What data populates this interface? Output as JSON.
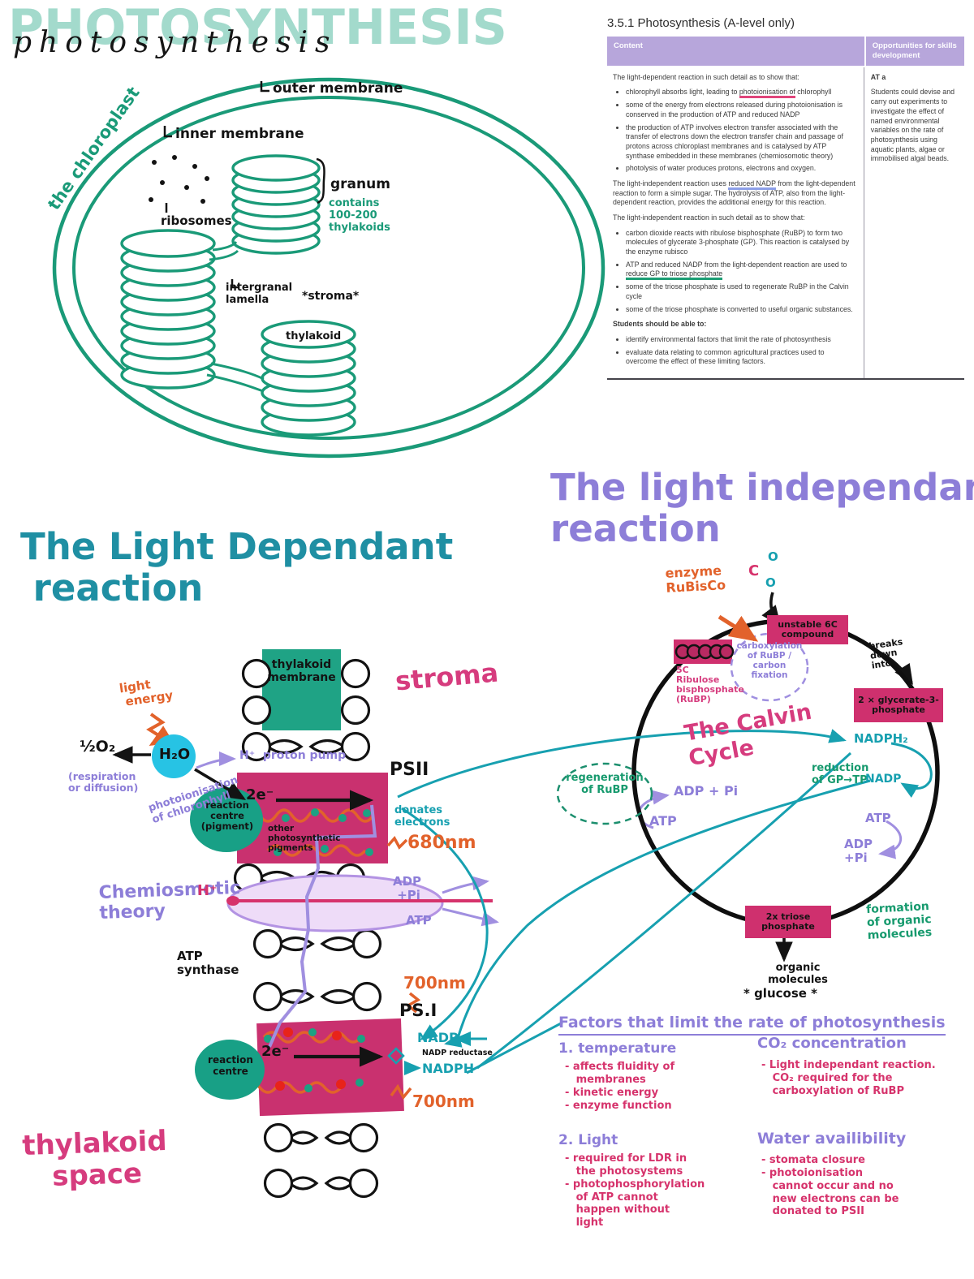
{
  "title": {
    "bubble": "PHOTOSYNTHESIS",
    "script": "photosynthesis"
  },
  "chloroplast": {
    "name": "the chloroplast",
    "outer_membrane": "outer membrane",
    "inner_membrane": "inner membrane",
    "ribosomes": "ribosomes",
    "granum": "granum",
    "granum_note": "contains\n100-200\nthylakoids",
    "intergranal_lamella": "intergranal\nlamella",
    "stroma": "*stroma*",
    "thylakoid": "thylakoid"
  },
  "spec": {
    "heading": "3.5.1 Photosynthesis (A-level only)",
    "columns": {
      "content": "Content",
      "skills": "Opportunities for skills development"
    },
    "p1": "The light-dependent reaction in such detail as to show that:",
    "b1_pre": "chlorophyll absorbs light, leading to ",
    "b1_u": "photoionisation of",
    "b1_post": " chlorophyll",
    "b2": "some of the energy from electrons released during photoionisation is conserved in the production of ATP and reduced NADP",
    "b3": "the production of ATP involves electron transfer associated with the transfer of electrons down the electron transfer chain and passage of protons across chloroplast membranes and is catalysed by ATP synthase embedded in these membranes (chemiosomotic theory)",
    "b4": "photolysis of water produces protons, electrons and oxygen.",
    "p2_pre": "The light-independent reaction uses ",
    "p2_u": "reduced NADP",
    "p2_post": " from the light-dependent reaction to form a simple sugar. The hydrolysis of ATP, also from the light-dependent reaction, provides the additional energy for this reaction.",
    "p3": "The light-independent reaction in such detail as to show that:",
    "c1": "carbon dioxide reacts with ribulose bisphosphate (RuBP) to form two molecules of glycerate 3-phosphate (GP). This reaction is catalysed by the enzyme rubisco",
    "c2_pre": "ATP and reduced NADP from the light-dependent reaction are used to ",
    "c2_u": "reduce GP to triose phosphate",
    "c3": "some of the triose phosphate is used to regenerate RuBP in the Calvin cycle",
    "c4": "some of the triose phosphate is converted to useful organic substances.",
    "should_heading": "Students should be able to:",
    "s1": "identify environmental factors that limit the rate of photosynthesis",
    "s2": "evaluate data relating to common agricultural practices used to overcome the effect of these limiting factors.",
    "at_a": "AT a",
    "skills_body": "Students could devise and carry out experiments to investigate the effect of named environmental variables on the rate of photosynthesis using aquatic plants, algae or immobilised algal beads."
  },
  "ldr": {
    "heading": "The Light Dependant\n reaction",
    "thylakoid_membrane": "thylakoid\nmembrane",
    "stroma": "stroma",
    "light_energy": "light\n energy",
    "h2o": "H₂O",
    "o2": "½O₂",
    "o2_note": "(respiration\nor diffusion)",
    "photoionisation": "photoionisation\nof chlorophyll",
    "proton_pump": "H⁺  proton pump",
    "psii": "PSII",
    "reaction_centre_1": "reaction\ncentre\n(pigment)",
    "electrons_1": "2e⁻",
    "pigments": "other\nphotosynthetic\npigments",
    "donates_electrons": "donates\nelectrons",
    "nm_680": "680nm",
    "chemiosmotic": "Chemiosmotic\ntheory",
    "h_plus": "H⁺",
    "adp_pi": "ADP\n +Pi",
    "atp": "ATP",
    "atp_synthase": "ATP\nsynthase",
    "nm_700_a": "700nm",
    "psi": "PS.I",
    "reaction_centre_2": "reaction\ncentre",
    "electrons_2": "2e⁻",
    "nadp": "NADP",
    "nadp_reductase": "NADP reductase",
    "nadph": "NADPH",
    "nm_700_b": "700nm",
    "thylakoid_space": "thylakoid\n   space"
  },
  "lir": {
    "heading": "The light independant\nreaction",
    "enzyme": "enzyme\nRuBisCo",
    "co2_c": "C",
    "co2_o1": "O",
    "co2_o2": "O",
    "unstable": "unstable 6C\ncompound",
    "breaks_down": "breaks\ndown\ninto",
    "rubp": "5C\nRibulose\nbisphosphate\n(RuBP)",
    "carboxylation": "carboxylation\nof RuBP /\ncarbon\nfixation",
    "gp": "2 × glycerate-3-\nphosphate",
    "calvin": "The Calvin\nCycle",
    "nadph2": "NADPH₂",
    "reduction": "reduction\nof GP→TP",
    "nadp_return": "NADP",
    "atp_right": "ATP",
    "adp_right": "ADP\n+Pi",
    "regeneration": "regeneration\nof RuBP",
    "adp_left": "ADP + Pi",
    "atp_left": "ATP",
    "triose": "2x triose\nphosphate",
    "formation": "formation\nof organic\nmolecules",
    "organic": "organic\nmolecules",
    "glucose": "* glucose *"
  },
  "factors": {
    "heading": "Factors that limit the rate of photosynthesis",
    "temperature_title": "1. temperature",
    "temperature_points": "- affects fluidity of\n   membranes\n- kinetic energy\n- enzyme function",
    "light_title": "2. Light",
    "light_points": "- required for LDR in\n   the photosystems\n- photophosphorylation\n   of ATP cannot\n   happen without\n   light",
    "co2_title": "CO₂ concentration",
    "co2_points": "- Light independant reaction.\n   CO₂ required for the\n   carboxylation of RuBP",
    "water_title": "Water availibility",
    "water_points": "- stomata closure\n- photoionisation\n   cannot occur and no\n   new electrons can be\n   donated to PSII"
  },
  "palette": {
    "teal_ink": "#1a9a78",
    "teal_line": "#17a0b0",
    "purple_ink": "#8d7ed8",
    "pink_ink": "#d63c7e",
    "magenta_box": "#cf306e",
    "orange_ink": "#e2622b",
    "green_ink": "#179a6e",
    "cyan_fill": "#27c3e4",
    "lavender_fill": "#eedcf8",
    "spec_header_bg": "#b7a6db"
  }
}
